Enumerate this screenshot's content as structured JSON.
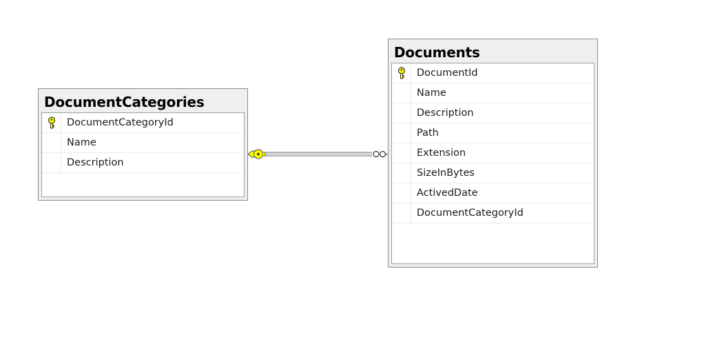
{
  "tables": [
    {
      "title": "DocumentCategories",
      "columns": [
        {
          "name": "DocumentCategoryId",
          "icon": "primary-key-icon"
        },
        {
          "name": "Name",
          "icon": ""
        },
        {
          "name": "Description",
          "icon": ""
        }
      ]
    },
    {
      "title": "Documents",
      "columns": [
        {
          "name": "DocumentId",
          "icon": "primary-key-icon"
        },
        {
          "name": "Name",
          "icon": ""
        },
        {
          "name": "Description",
          "icon": ""
        },
        {
          "name": "Path",
          "icon": ""
        },
        {
          "name": "Extension",
          "icon": ""
        },
        {
          "name": "SizeInBytes",
          "icon": ""
        },
        {
          "name": "ActivedDate",
          "icon": ""
        },
        {
          "name": "DocumentCategoryId",
          "icon": ""
        }
      ]
    }
  ],
  "relationship": {
    "from_end": "one",
    "to_end": "many",
    "key_color": "#ffff00",
    "line_color": "#6e6e6e"
  }
}
